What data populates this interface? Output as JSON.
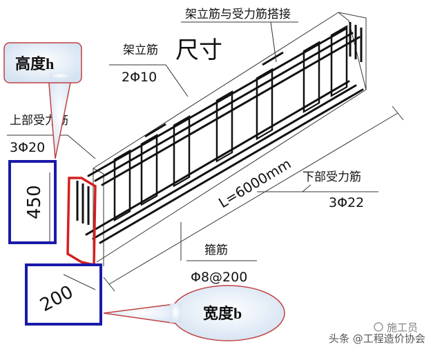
{
  "diagram": {
    "title": "尺寸",
    "labels": {
      "lap_splice": "架立筋与受力筋搭接",
      "erection_bar": "架立筋",
      "erection_bar_spec": "2Φ10",
      "top_bar": "上部受力筋",
      "top_bar_spec": "3Φ20",
      "bottom_bar": "下部受力筋",
      "bottom_bar_spec": "3Φ22",
      "stirrup": "箍筋",
      "stirrup_spec": "Φ8@200",
      "length": "L=6000mm",
      "height_value": "450",
      "width_value": "200",
      "height_callout": "高度h",
      "width_callout": "宽度b"
    },
    "watermark": {
      "source": "头条 @工程造价协会",
      "account": "施工员"
    },
    "colors": {
      "callout_box": "#1a1aa8",
      "section_outline": "#d42020",
      "callout_fill": "#e6eef8",
      "callout_border": "#c04040",
      "line": "#111111"
    }
  }
}
